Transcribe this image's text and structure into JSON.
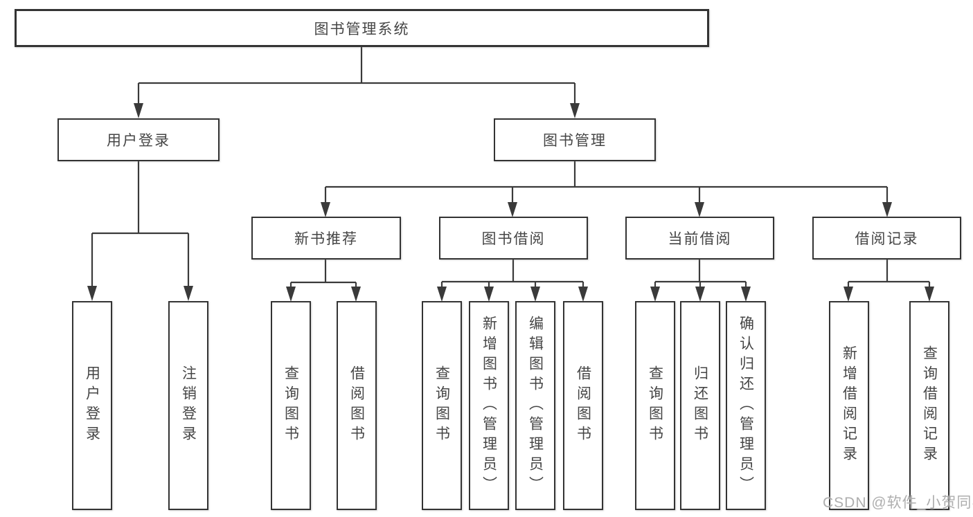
{
  "diagram": {
    "title": "图书管理系统",
    "level2": {
      "user_login": "用户登录",
      "book_management": "图书管理"
    },
    "level3": {
      "new_books": "新书推荐",
      "book_borrow": "图书借阅",
      "current_borrow": "当前借阅",
      "borrow_records": "借阅记录"
    },
    "leaves": {
      "login": [
        "用户登录",
        "注销登录"
      ],
      "new_books": [
        "查询图书",
        "借阅图书"
      ],
      "book_borrow": [
        "查询图书",
        "新增图书（管理员）",
        "编辑图书（管理员）",
        "借阅图书"
      ],
      "current_borrow": [
        "查询图书",
        "归还图书",
        "确认归还（管理员）"
      ],
      "borrow_records": [
        "新增借阅记录",
        "查询借阅记录"
      ]
    }
  },
  "watermark": "CSDN @软件_小贺同学",
  "colors": {
    "line": "#3a3a3a",
    "box_border": "#333333",
    "text": "#454545",
    "watermark": "#a5a5a5",
    "background": "#ffffff"
  }
}
